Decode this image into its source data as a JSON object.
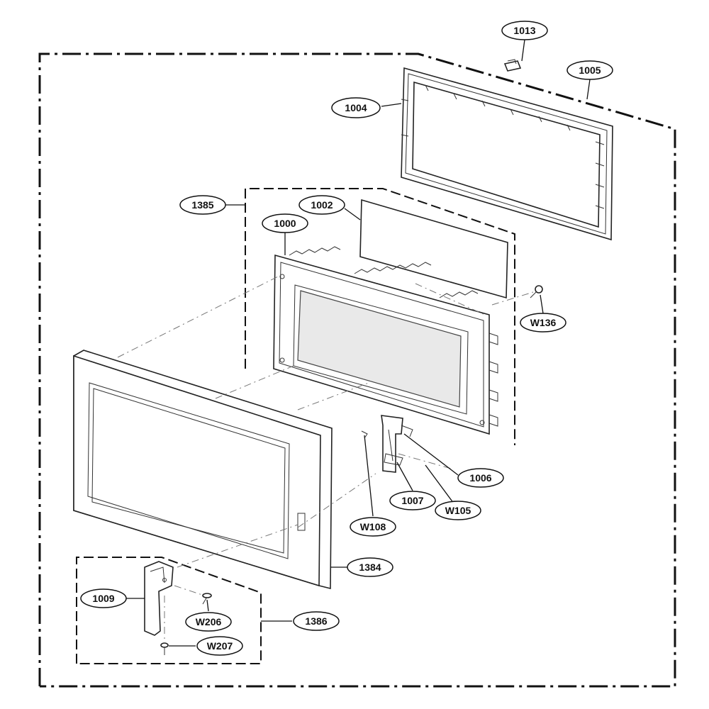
{
  "callouts": {
    "c1013": "1013",
    "c1005": "1005",
    "c1004": "1004",
    "c1385": "1385",
    "c1002": "1002",
    "c1000": "1000",
    "cW136": "W136",
    "c1006": "1006",
    "c1007": "1007",
    "cW105": "W105",
    "cW108": "W108",
    "c1384": "1384",
    "c1009": "1009",
    "cW206": "W206",
    "c1386": "1386",
    "cW207": "W207"
  }
}
